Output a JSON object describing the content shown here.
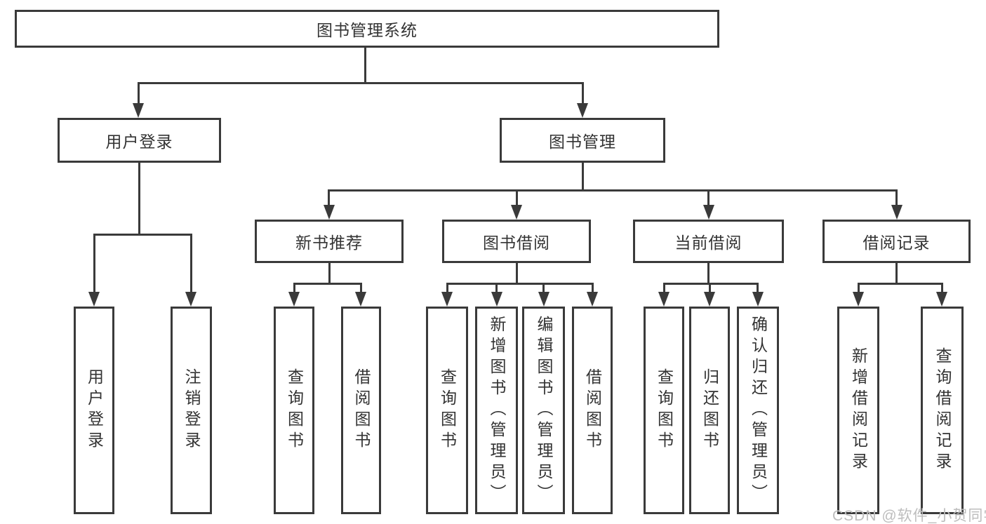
{
  "diagram": {
    "root": {
      "label": "图书管理系统"
    },
    "level2": [
      {
        "label": "用户登录"
      },
      {
        "label": "图书管理"
      }
    ],
    "level3": [
      {
        "label": "新书推荐",
        "parent": "图书管理"
      },
      {
        "label": "图书借阅",
        "parent": "图书管理"
      },
      {
        "label": "当前借阅",
        "parent": "图书管理"
      },
      {
        "label": "借阅记录",
        "parent": "图书管理"
      }
    ],
    "leaves": [
      {
        "label": "用户登录",
        "parent": "用户登录"
      },
      {
        "label": "注销登录",
        "parent": "用户登录"
      },
      {
        "label": "查询图书",
        "parent": "新书推荐"
      },
      {
        "label": "借阅图书",
        "parent": "新书推荐"
      },
      {
        "label": "查询图书",
        "parent": "图书借阅"
      },
      {
        "label": "新增图书（管理员）",
        "parent": "图书借阅"
      },
      {
        "label": "编辑图书（管理员）",
        "parent": "图书借阅"
      },
      {
        "label": "借阅图书",
        "parent": "图书借阅"
      },
      {
        "label": "查询图书",
        "parent": "当前借阅"
      },
      {
        "label": "归还图书",
        "parent": "当前借阅"
      },
      {
        "label": "确认归还（管理员）",
        "parent": "当前借阅"
      },
      {
        "label": "新增借阅记录",
        "parent": "借阅记录"
      },
      {
        "label": "查询借阅记录",
        "parent": "借阅记录"
      }
    ]
  },
  "watermark": {
    "text": "CSDN @软件_小贺同学"
  },
  "colors": {
    "line": "#3a3a3a",
    "text": "#333333",
    "background": "#ffffff",
    "watermark": "#bdbdbd"
  }
}
